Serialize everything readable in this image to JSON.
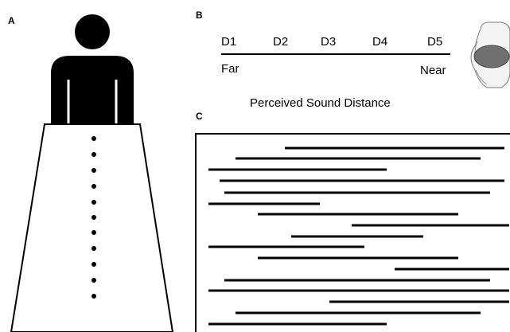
{
  "panels": {
    "a": {
      "label": "A"
    },
    "b": {
      "label": "B",
      "distances": [
        "D1",
        "D2",
        "D3",
        "D4",
        "D5"
      ],
      "far_label": "Far",
      "near_label": "Near",
      "caption": "Perceived Sound Distance"
    },
    "c": {
      "label": "C"
    }
  }
}
